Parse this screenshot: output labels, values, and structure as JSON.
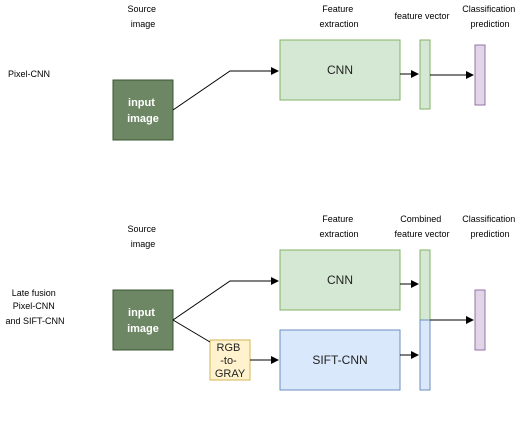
{
  "top": {
    "row_label": "Pixel-CNN",
    "source_header": [
      "Source",
      "image"
    ],
    "feature_header": [
      "Feature",
      "extraction"
    ],
    "vector_header": "feature vector",
    "prediction_header": [
      "Classification",
      "prediction"
    ],
    "input_box": [
      "input",
      "image"
    ],
    "cnn_box": "CNN"
  },
  "bottom": {
    "row_label": [
      "Late fusion",
      "Pixel-CNN",
      "and SIFT-CNN"
    ],
    "source_header": [
      "Source",
      "image"
    ],
    "feature_header": [
      "Feature",
      "extraction"
    ],
    "vector_header": [
      "Combined",
      "feature vector"
    ],
    "prediction_header": [
      "Classification",
      "prediction"
    ],
    "input_box": [
      "input",
      "image"
    ],
    "cnn_box": "CNN",
    "rgb_box": [
      "RGB",
      "-to-",
      "GRAY"
    ],
    "sift_box": "SIFT-CNN"
  },
  "colors": {
    "input_fill": "#6d8764",
    "input_stroke": "#3a5431",
    "cnn_fill": "#d5e8d4",
    "cnn_stroke": "#82b366",
    "sift_fill": "#dae8fc",
    "sift_stroke": "#6c8ebf",
    "rgb_fill": "#fff2cc",
    "rgb_stroke": "#d6b656",
    "pred_fill": "#e1d5e7",
    "pred_stroke": "#9673a6"
  }
}
